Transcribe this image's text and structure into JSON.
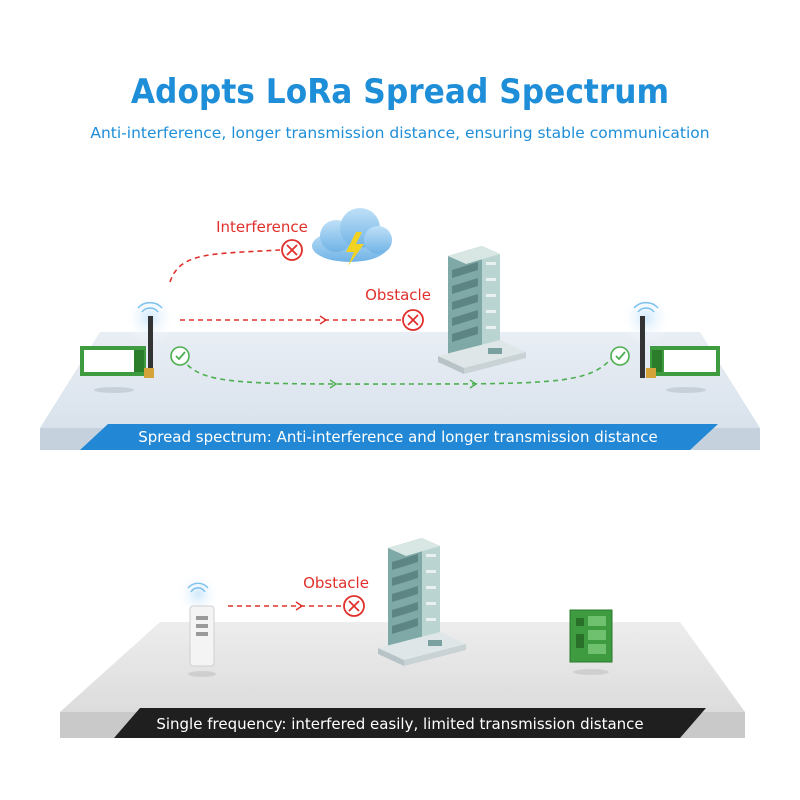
{
  "header": {
    "title": "Adopts LoRa Spread Spectrum",
    "subtitle": "Anti-interference, longer transmission distance, ensuring stable communication"
  },
  "top_scene": {
    "interference_label": "Interference",
    "obstacle_label": "Obstacle",
    "banner": "Spread spectrum: Anti-interference and longer transmission distance"
  },
  "bottom_scene": {
    "obstacle_label": "Obstacle",
    "banner": "Single frequency: interfered easily, limited transmission distance"
  },
  "colors": {
    "title_blue": "#1e8ed8",
    "banner_blue": "#2287d4",
    "banner_dark": "#1f1f1f",
    "red": "#e0302b",
    "green": "#4caf50"
  }
}
